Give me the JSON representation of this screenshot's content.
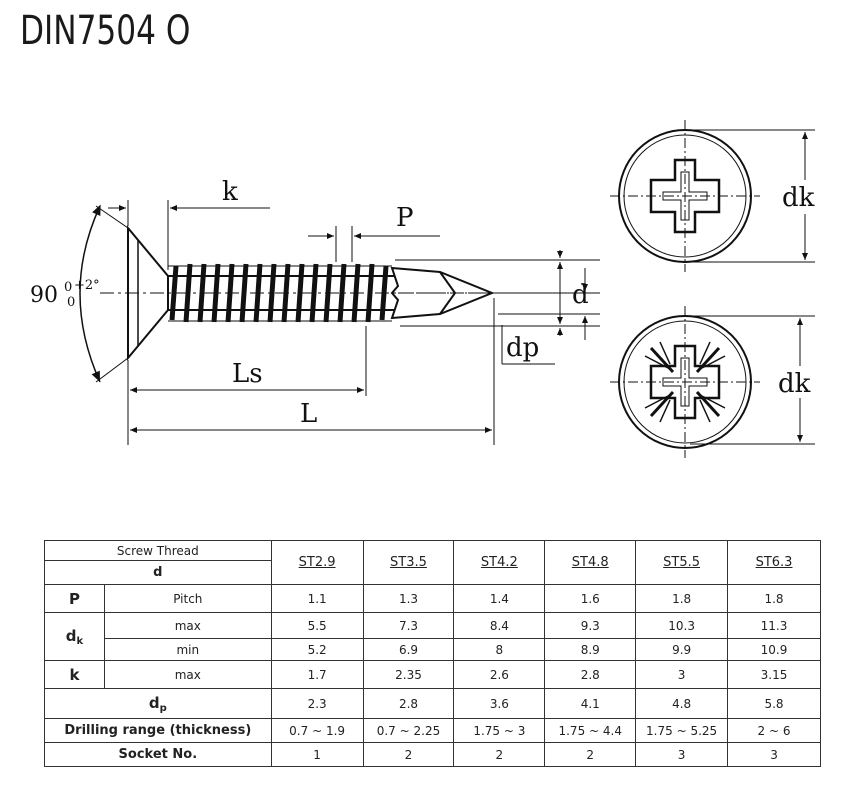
{
  "title": "DIN7504 O",
  "drawing": {
    "labels": {
      "k": "k",
      "p": "P",
      "d": "d",
      "dp": "dp",
      "ls": "Ls",
      "l": "L",
      "angle": "90",
      "angle_sup": "+2°",
      "angle_sub": "0",
      "angle_sub0": "0",
      "dk_top": "dk",
      "dk_bottom": "dk"
    }
  },
  "table": {
    "header": {
      "screw_thread": "Screw Thread",
      "d": "d",
      "sizes": [
        "ST2.9",
        "ST3.5",
        "ST4.2",
        "ST4.8",
        "ST5.5",
        "ST6.3"
      ]
    },
    "rows": {
      "pitch": {
        "symbol": "P",
        "label": "Pitch",
        "values": [
          "1.1",
          "1.3",
          "1.4",
          "1.6",
          "1.8",
          "1.8"
        ]
      },
      "dk_max": {
        "symbol": "d",
        "symbol_sub": "k",
        "label": "max",
        "values": [
          "5.5",
          "7.3",
          "8.4",
          "9.3",
          "10.3",
          "11.3"
        ]
      },
      "dk_min": {
        "label": "min",
        "values": [
          "5.2",
          "6.9",
          "8",
          "8.9",
          "9.9",
          "10.9"
        ]
      },
      "k_max": {
        "symbol": "k",
        "label": "max",
        "values": [
          "1.7",
          "2.35",
          "2.6",
          "2.8",
          "3",
          "3.15"
        ]
      },
      "dp": {
        "symbol": "d",
        "symbol_sub": "p",
        "values": [
          "2.3",
          "2.8",
          "3.6",
          "4.1",
          "4.8",
          "5.8"
        ]
      },
      "drilling": {
        "label": "Drilling range (thickness)",
        "values": [
          "0.7 ~ 1.9",
          "0.7 ~ 2.25",
          "1.75 ~ 3",
          "1.75 ~ 4.4",
          "1.75 ~ 5.25",
          "2 ~ 6"
        ]
      },
      "socket": {
        "label": "Socket No.",
        "values": [
          "1",
          "2",
          "2",
          "2",
          "3",
          "3"
        ]
      }
    }
  }
}
